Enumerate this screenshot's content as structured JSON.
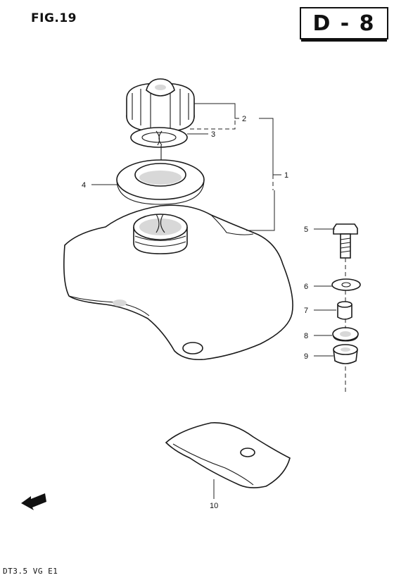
{
  "figure": {
    "label": "FIG.19",
    "section": "D - 8",
    "model_code": "DT3.5 VG E1"
  },
  "callouts": [
    {
      "id": "1",
      "text": "1"
    },
    {
      "id": "2",
      "text": "2"
    },
    {
      "id": "3",
      "text": "3"
    },
    {
      "id": "4",
      "text": "4"
    },
    {
      "id": "5",
      "text": "5"
    },
    {
      "id": "6",
      "text": "6"
    },
    {
      "id": "7",
      "text": "7"
    },
    {
      "id": "8",
      "text": "8"
    },
    {
      "id": "9",
      "text": "9"
    },
    {
      "id": "10",
      "text": "10"
    }
  ],
  "icons": {
    "front_arrow": "front-direction-arrow-icon"
  }
}
